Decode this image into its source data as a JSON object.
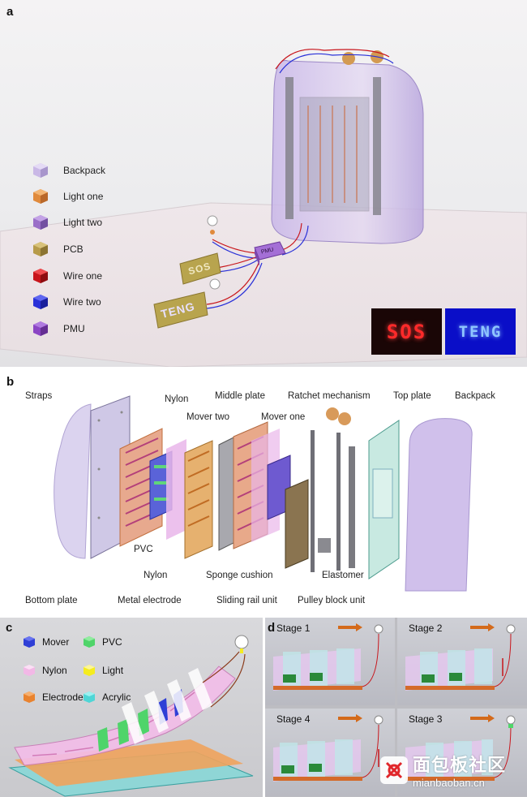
{
  "panel_a": {
    "letter": "a",
    "legend": [
      {
        "label": "Backpack",
        "color": "#c9b8e6"
      },
      {
        "label": "Light one",
        "color": "#e08a3c"
      },
      {
        "label": "Light two",
        "color": "#9a6fc8"
      },
      {
        "label": "PCB",
        "color": "#b79b4a"
      },
      {
        "label": "Wire one",
        "color": "#c8151b"
      },
      {
        "label": "Wire two",
        "color": "#2a31d8"
      },
      {
        "label": "PMU",
        "color": "#8b45c4"
      }
    ],
    "pmu_label": "PMU",
    "pcb_text_1": "SOS",
    "pcb_text_2": "TENG",
    "display_1": "SOS",
    "display_2": "TENG",
    "display_1_color": "#ff2a2a",
    "display_2_color": "#5aa8ff"
  },
  "panel_b": {
    "letter": "b",
    "labels": {
      "straps": "Straps",
      "nylon_top": "Nylon",
      "mover_two": "Mover two",
      "middle_plate": "Middle plate",
      "ratchet": "Ratchet mechanism",
      "top_plate": "Top plate",
      "backpack": "Backpack",
      "mover_one": "Mover one",
      "pvc": "PVC",
      "nylon_bottom": "Nylon",
      "sponge": "Sponge cushion",
      "elastomer": "Elastomer",
      "bottom_plate": "Bottom plate",
      "metal_electrode": "Metal electrode",
      "sliding_rail": "Sliding rail unit",
      "pulley": "Pulley block unit"
    }
  },
  "panel_c": {
    "letter": "c",
    "legend": [
      {
        "label": "Mover",
        "color": "#2f3fd6"
      },
      {
        "label": "PVC",
        "color": "#4fd46a"
      },
      {
        "label": "Nylon",
        "color": "#f2b8e6"
      },
      {
        "label": "Light",
        "color": "#f5ec1e"
      },
      {
        "label": "Electrode",
        "color": "#e9832f"
      },
      {
        "label": "Acrylic",
        "color": "#4fd6d6"
      }
    ]
  },
  "panel_d": {
    "letter": "d",
    "stages": [
      {
        "label": "Stage 1"
      },
      {
        "label": "Stage 2"
      },
      {
        "label": "Stage 4"
      },
      {
        "label": "Stage 3"
      }
    ],
    "watermark": "面包板社区",
    "watermark_sub": "mianbaoban.cn"
  }
}
